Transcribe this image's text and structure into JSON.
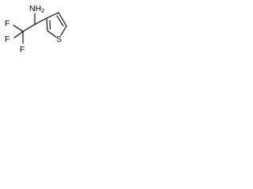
{
  "molecule": {
    "atoms": {
      "fluorine": "F",
      "nitrogen": "NH",
      "hydrogen_count": "2",
      "sulfur": "S"
    }
  }
}
